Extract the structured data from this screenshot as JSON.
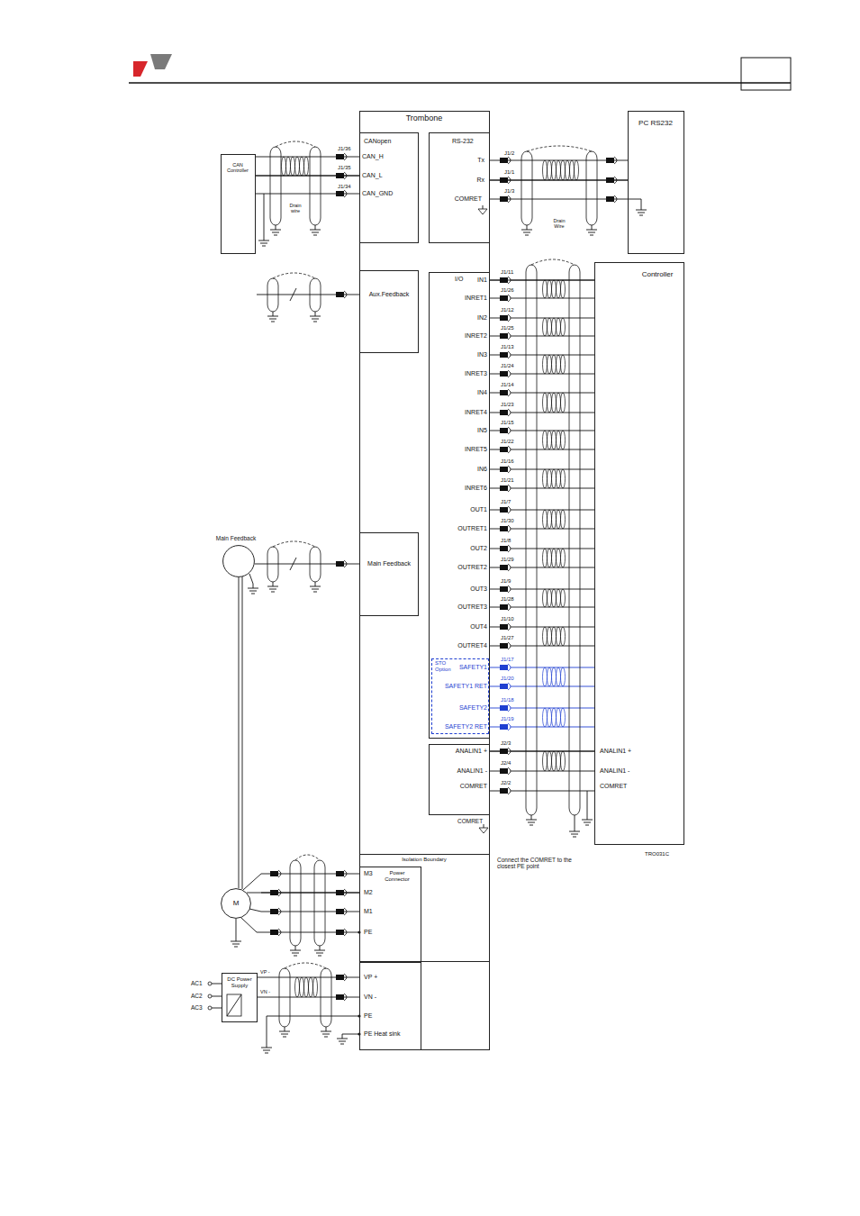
{
  "diagram": {
    "nodes": [
      {
        "text": [
          "CAN Controller"
        ]
      },
      {
        "text": [
          "Trombone"
        ]
      },
      {
        "text": [
          "CANopen",
          "CAN_H",
          "CAN_L",
          "CAN_GND"
        ],
        "in": 1
      },
      {
        "text": [
          "RS-232",
          "Tx",
          "Rx",
          "COMRET"
        ],
        "in": 1
      },
      {
        "text": [
          "PC RS232"
        ]
      },
      {
        "text": [
          "Aux.Feedback"
        ],
        "in": 1
      },
      {
        "text": [
          "I/O",
          "IN1",
          "INRET1",
          "IN2",
          "INRET2",
          "IN3",
          "INRET3",
          "IN4",
          "INRET4",
          "IN5",
          "INRET5",
          "IN6",
          "INRET6",
          "OUT1",
          "OUTRET1",
          "OUT2",
          "OUTRET2",
          "OUT3",
          "OUTRET3",
          "OUT4",
          "OUTRET4"
        ],
        "in": 1
      },
      {
        "text": [
          "STO Option",
          "SAFETY1",
          "SAFETY1 RET",
          "SAFETY2",
          "SAFETY2 RET"
        ],
        "in": 6
      },
      {
        "text": [
          "Controller",
          "ANALIN1 +",
          "ANALIN1 -",
          "COMRET"
        ]
      },
      {
        "text": [
          "Main Feedback"
        ]
      },
      {
        "text": [
          "Main Feedback"
        ],
        "in": 1
      },
      {
        "text": [
          "ANALIN1 +",
          "ANALIN1 -",
          "COMRET"
        ],
        "in": 1
      },
      {
        "text": [
          "Isolation Boundary"
        ],
        "in": 1
      },
      {
        "text": [
          "Power Connector",
          "M3",
          "M2",
          "M1",
          "PE"
        ],
        "in": 12
      },
      {
        "text": [
          "M"
        ]
      },
      {
        "text": [
          "DC Power Supply"
        ]
      },
      {
        "text": [
          "VP +",
          "VN -",
          "PE",
          "PE Heat sink"
        ],
        "in": 1
      }
    ],
    "edges": [
      {
        "from": 0,
        "to": 2,
        "arrow": "none"
      },
      {
        "from": 4,
        "to": 3,
        "arrow": "none"
      },
      {
        "from": 8,
        "to": 6,
        "arrow": "none"
      },
      {
        "from": 8,
        "to": 11,
        "arrow": "none"
      },
      {
        "from": 9,
        "to": 10,
        "arrow": "none"
      },
      {
        "from": 9,
        "to": 14,
        "arrow": "none"
      },
      {
        "from": 14,
        "to": 13,
        "arrow": "none"
      },
      {
        "from": 15,
        "to": 16,
        "arrow": "none"
      }
    ],
    "labels": [
      "J1/36",
      "J1/35",
      "J1/34",
      "Drain wire",
      "J1/2",
      "J1/1",
      "J1/3",
      "Drain Wire",
      "J1/11",
      "J1/26",
      "J1/12",
      "J1/25",
      "J1/13",
      "J1/24",
      "J1/14",
      "J1/23",
      "J1/15",
      "J1/22",
      "J1/16",
      "J1/21",
      "J1/7",
      "J1/30",
      "J1/8",
      "J1/29",
      "J1/9",
      "J1/28",
      "J1/10",
      "J1/27",
      "J1/17",
      "J1/20",
      "J1/18",
      "J1/19",
      "J2/3",
      "J2/4",
      "J2/2",
      "COMRET",
      "TRO031C",
      "Connect the COMRET to the closest PE point",
      "AC1",
      "AC2",
      "AC3",
      "VP -",
      "VN -"
    ]
  }
}
